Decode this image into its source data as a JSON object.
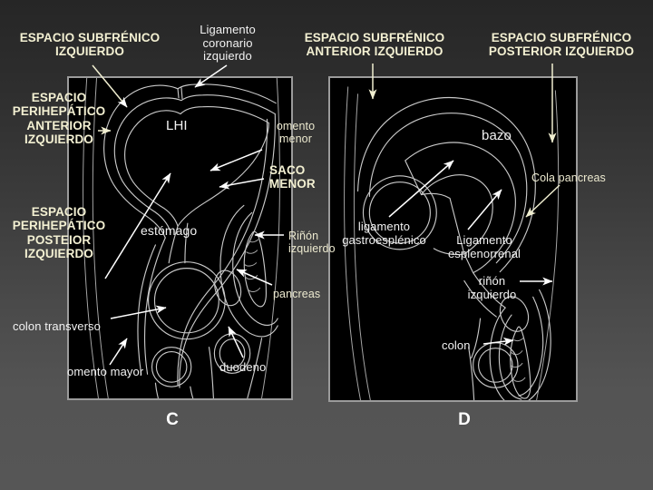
{
  "slide": {
    "background_top_color": "#262626",
    "background_bottom_color": "#565656",
    "heading_color": "#f3f0d2",
    "label_color": "#f2f2f2",
    "panel_border_color": "#9b9b9b",
    "outline_color": "#c9c9c9"
  },
  "headings": {
    "subfrenico_izquierdo": "ESPACIO SUBFRÉNICO\nIZQUIERDO",
    "perihepatico_anterior": "ESPACIO\nPERIHEPÁTICO\nANTERIOR\nIZQUIERDO",
    "perihepatico_posterior": "ESPACIO\nPERIHEPÁTICO\nPOSTEIOR\nIZQUIERDO",
    "saco_menor": "SACO\nMENOR",
    "subfrenico_anterior_izq": "ESPACIO SUBFRÉNICO\nANTERIOR IZQUIERDO",
    "subfrenico_posterior_izq": "ESPACIO SUBFRÉNICO\nPOSTERIOR IZQUIERDO"
  },
  "panel_c": {
    "caption": "C",
    "labels": {
      "ligamento_coronario": "Ligamento\ncoronario\nizquierdo",
      "lhi": "LHI",
      "omento_menor": "omento\nmenor",
      "estomago": "estómago",
      "rinon_izquierdo": "Riñón\nizquierdo",
      "pancreas": "pancreas",
      "colon_transverso": "colon transverso",
      "omento_mayor": "omento mayor",
      "duodeno": "duodeno"
    }
  },
  "panel_d": {
    "caption": "D",
    "labels": {
      "bazo": "bazo",
      "cola_pancreas": "Cola pancreas",
      "ligamento_gastroesplenico": "ligamento\ngastroesplénico",
      "ligamento_esplenorrenal": "Ligamento\nesplenorrenal",
      "rinon_izquierdo": "riñón\nizquierdo",
      "colon": "colon"
    }
  }
}
